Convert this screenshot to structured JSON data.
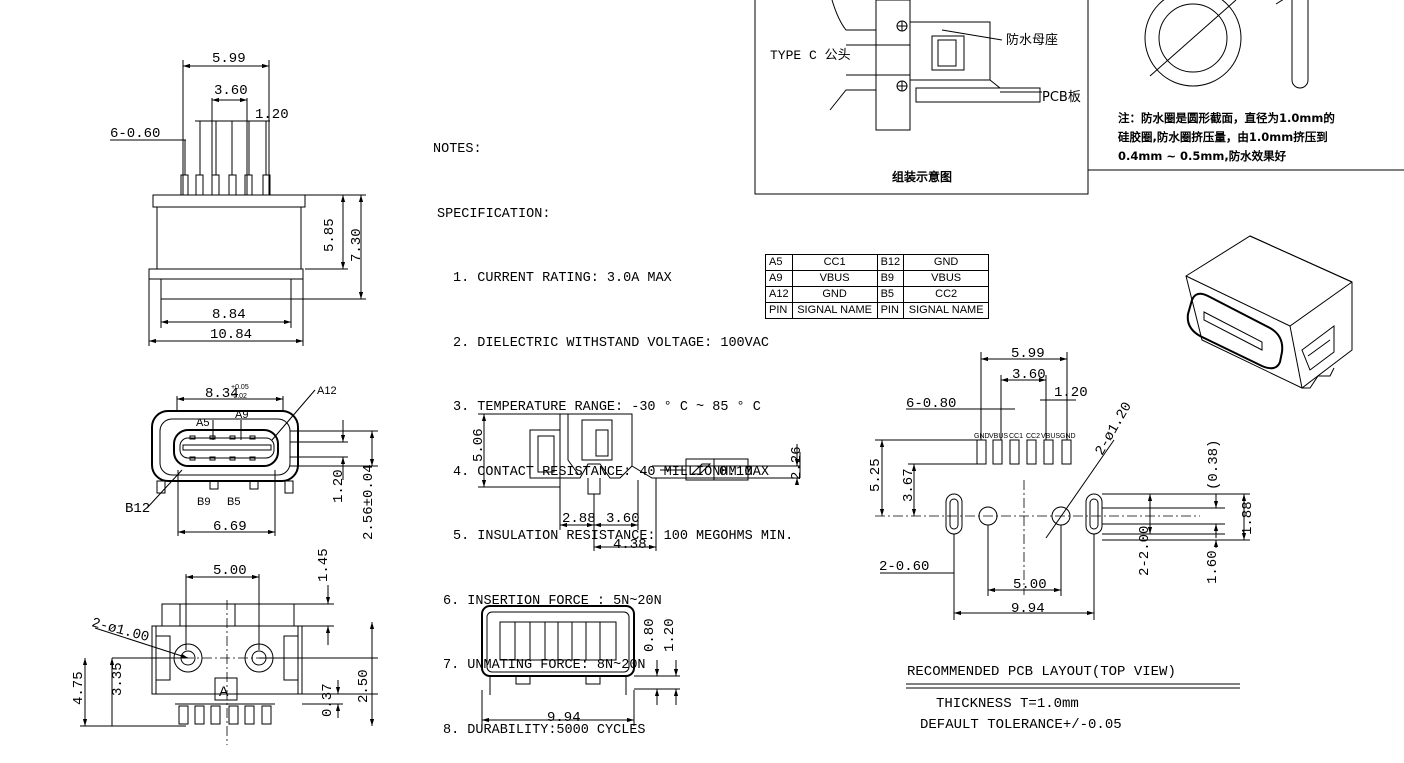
{
  "notes": {
    "header": "NOTES:",
    "spec_title": "SPECIFICATION:",
    "items": [
      "1. CURRENT RATING: 3.0A MAX",
      "2. DIELECTRIC WITHSTAND VOLTAGE: 100VAC",
      "3. TEMPERATURE RANGE: -30 ° C ~ 85 ° C",
      "4. CONTACT RESISTANCE: 40 MILLIONHM MAX",
      "5. INSULATION RESISTANCE: 100 MEGOHMS MIN.",
      "6. INSERTION FORCE : 5N~20N",
      "7. UNMATING FORCE: 8N~20N",
      "8. DURABILITY:5000 CYCLES"
    ]
  },
  "signal_table": {
    "rows": [
      [
        "A5",
        "CC1",
        "B12",
        "GND"
      ],
      [
        "A9",
        "VBUS",
        "B9",
        "VBUS"
      ],
      [
        "A12",
        "GND",
        "B5",
        "CC2"
      ],
      [
        "PIN",
        "SIGNAL NAME",
        "PIN",
        "SIGNAL NAME"
      ]
    ]
  },
  "assembly": {
    "type_c_label": "TYPE C 公头",
    "socket_label": "防水母座",
    "pcb_label": "PCB板",
    "caption": "组装示意图"
  },
  "oring_note": {
    "lines": [
      "注：防水圈是圆形截面，直径为1.0mm的",
      "硅胶圈,防水圈挤压量，由1.0mm挤压到",
      "0.4mm ~ 0.5mm,防水效果好"
    ]
  },
  "top_view": {
    "dims": {
      "w599": "5.99",
      "w360": "3.60",
      "w120": "1.20",
      "pins": "6-0.60",
      "h585": "5.85",
      "h730": "7.30",
      "w884": "8.84",
      "w1084": "10.84"
    }
  },
  "front_view": {
    "dims": {
      "w834": "8.34",
      "tol_plus": "+0.05",
      "tol_minus": "-0.02",
      "w669": "6.69",
      "h120": "1.20",
      "h256": "2.56±0.04"
    },
    "pins": {
      "a5": "A5",
      "a9": "A9",
      "a12": "A12",
      "b12": "B12",
      "b9": "B9",
      "b5": "B5"
    }
  },
  "bottom_view": {
    "dims": {
      "w500": "5.00",
      "h145": "1.45",
      "holes": "2-ø1.00",
      "h335": "3.35",
      "h475": "4.75",
      "h250": "2.50",
      "h037": "0.37"
    },
    "marker": "A"
  },
  "side_view": {
    "dims": {
      "h506": "5.06",
      "h226": "2.26",
      "w288": "2.88",
      "w360": "3.60",
      "w438": "4.38",
      "flat": "0.10"
    }
  },
  "rear_view": {
    "dims": {
      "w994": "9.94",
      "h080": "0.80",
      "h120": "1.20"
    }
  },
  "pcb_layout": {
    "dims": {
      "w599": "5.99",
      "w360": "3.60",
      "w120": "1.20",
      "pads": "6-0.80",
      "holes": "2-ø1.20",
      "h525": "5.25",
      "h367": "3.67",
      "h038": "(0.38)",
      "h188": "1.88",
      "slots": "2-0.60",
      "w500": "5.00",
      "w994": "9.94",
      "h200": "2-2.00",
      "h160": "1.60"
    },
    "pad_labels": [
      "GND",
      "VBUS",
      "CC1",
      "CC2",
      "VBUS",
      "GND"
    ],
    "title": "RECOMMENDED PCB LAYOUT(TOP VIEW)",
    "thickness": "THICKNESS T=1.0mm",
    "tolerance": "DEFAULT TOLERANCE+/-0.05"
  },
  "colors": {
    "line": "#000000",
    "background": "#ffffff"
  }
}
